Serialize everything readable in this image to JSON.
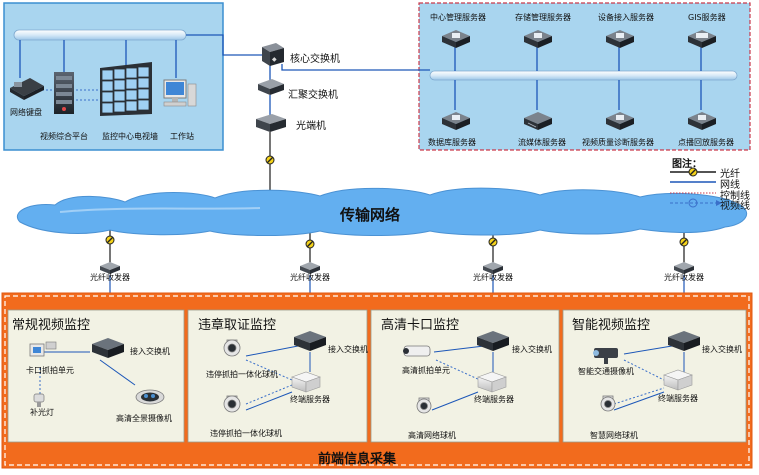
{
  "colors": {
    "panel_blue": "#a9d5ef",
    "panel_border": "#3b8fd0",
    "server_dash": "#c9394b",
    "orange_border": "#f26b1d",
    "section_bg": "#f2f2e4",
    "fiber": "#1a1a1a",
    "network_line": "#1d57b8",
    "cloud": "#63aff0"
  },
  "control_room": {
    "keyboard": "网络键盘",
    "platform": "视频综合平台",
    "videowall": "监控中心电视墙",
    "workstation": "工作站"
  },
  "switches": {
    "core": "核心交换机",
    "aggregation": "汇聚交换机",
    "fiber_terminal": "光端机"
  },
  "servers": {
    "top": [
      "中心管理服务器",
      "存储管理服务器",
      "设备接入服务器",
      "GIS服务器"
    ],
    "bottom": [
      "数据库服务器",
      "流媒体服务器",
      "视频质量诊断服务器",
      "点播回放服务器"
    ]
  },
  "network": {
    "cloud_label": "传输网络",
    "transceiver": "光纤收发器"
  },
  "legend": {
    "title": "图注：",
    "fiber": "光纤",
    "network": "网线",
    "control": "控制线",
    "video": "视频线"
  },
  "sections": [
    {
      "title": "常规视频监控",
      "access_switch": "接入交换机",
      "devices": [
        "卡口抓拍单元",
        "补光灯",
        "高清全景摄像机"
      ]
    },
    {
      "title": "违章取证监控",
      "access_switch": "接入交换机",
      "devices": [
        "违停抓拍一体化球机",
        "终端服务器",
        "违停抓拍一体化球机"
      ]
    },
    {
      "title": "高清卡口监控",
      "access_switch": "接入交换机",
      "devices": [
        "高清抓拍单元",
        "终端服务器",
        "高清网络球机"
      ]
    },
    {
      "title": "智能视频监控",
      "access_switch": "接入交换机",
      "devices": [
        "智能交通摄像机",
        "终端服务器",
        "智慧网络球机"
      ]
    }
  ],
  "frontend_label": "前端信息采集"
}
